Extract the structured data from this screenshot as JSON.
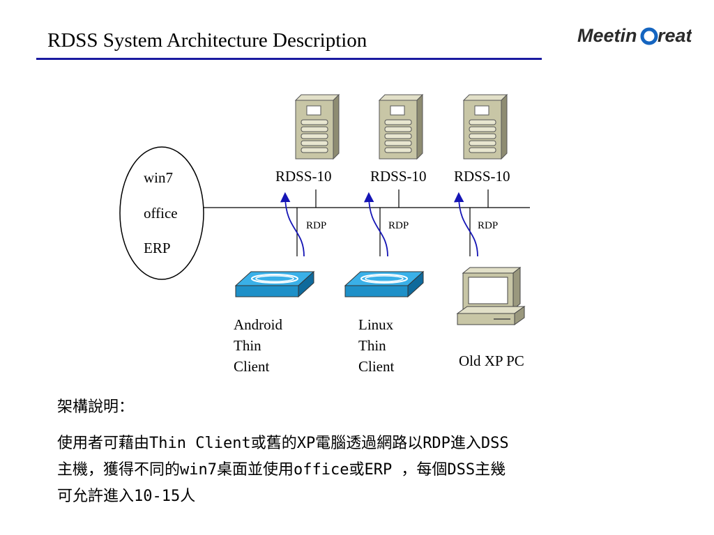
{
  "slide": {
    "title": "RDSS System Architecture Description",
    "logo_text": "MeetinGreat"
  },
  "diagram": {
    "cloud_items": [
      "win7",
      "office",
      "ERP"
    ],
    "servers": [
      {
        "label": "RDSS-10"
      },
      {
        "label": "RDSS-10"
      },
      {
        "label": "RDSS-10"
      }
    ],
    "connection_label": "RDP",
    "clients": [
      {
        "lines": [
          "Android",
          "Thin",
          "Client"
        ]
      },
      {
        "lines": [
          "Linux",
          "Thin",
          "Client"
        ]
      },
      {
        "lines": [
          "Old XP PC"
        ]
      }
    ]
  },
  "description": {
    "heading": "架構說明：",
    "lines": [
      "使用者可藉由Thin Client或舊的XP電腦透過網路以RDP進入DSS",
      "主機，獲得不同的win7桌面並使用office或ERP ，每個DSS主幾",
      "可允許進入10-15人"
    ]
  },
  "colors": {
    "title_rule": "#1a1aa0",
    "arrow": "#1515b5",
    "server_body": "#c8c6a6",
    "thin_client": "#1e90c8"
  }
}
